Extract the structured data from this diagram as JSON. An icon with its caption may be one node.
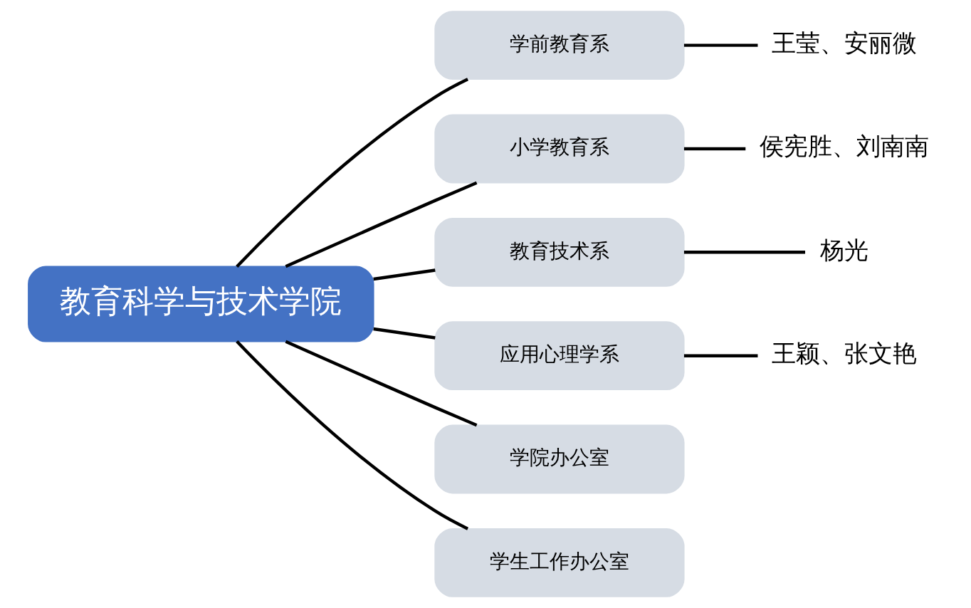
{
  "diagram": {
    "nodes": [
      {
        "text": [
          "教育科学与技术学院"
        ]
      },
      {
        "text": [
          "学前教育系"
        ]
      },
      {
        "text": [
          "小学教育系"
        ]
      },
      {
        "text": [
          "教育技术系"
        ]
      },
      {
        "text": [
          "应用心理学系"
        ]
      },
      {
        "text": [
          "学院办公室"
        ]
      },
      {
        "text": [
          "学生工作办公室"
        ]
      },
      {
        "text": [
          "王莹、安丽微"
        ]
      },
      {
        "text": [
          "侯宪胜、刘南南"
        ]
      },
      {
        "text": [
          "杨光"
        ]
      },
      {
        "text": [
          "王颖、张文艳"
        ]
      }
    ],
    "edges": [
      {
        "from": 0,
        "to": 1,
        "arrow": "none"
      },
      {
        "from": 0,
        "to": 2,
        "arrow": "none"
      },
      {
        "from": 0,
        "to": 3,
        "arrow": "none"
      },
      {
        "from": 0,
        "to": 4,
        "arrow": "none"
      },
      {
        "from": 0,
        "to": 5,
        "arrow": "none"
      },
      {
        "from": 0,
        "to": 6,
        "arrow": "none"
      },
      {
        "from": 1,
        "to": 7,
        "arrow": "none"
      },
      {
        "from": 2,
        "to": 8,
        "arrow": "none"
      },
      {
        "from": 3,
        "to": 9,
        "arrow": "none"
      },
      {
        "from": 4,
        "to": 10,
        "arrow": "none"
      }
    ]
  }
}
